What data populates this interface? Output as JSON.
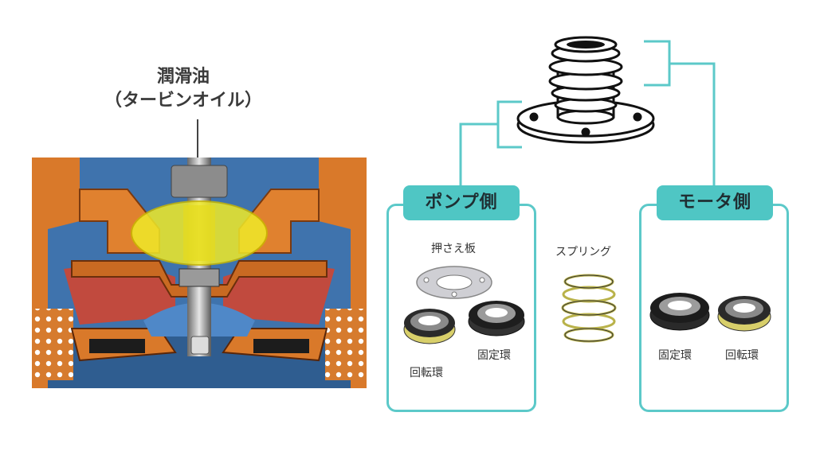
{
  "oil": {
    "line1": "潤滑油",
    "line2": "（タービンオイル）"
  },
  "pump_side": {
    "title": "ポンプ側",
    "pressure_plate": "押さえ板",
    "rotating_ring": "回転環",
    "fixed_ring": "固定環"
  },
  "spring": {
    "label": "スプリング"
  },
  "motor_side": {
    "title": "モータ側",
    "fixed_ring": "固定環",
    "rotating_ring": "回転環"
  },
  "colors": {
    "accent": "#4fc6c4",
    "pump_orange": "#d9792a",
    "pump_blue": "#3d6fa8",
    "oil_yellow": "#e8e02a"
  }
}
